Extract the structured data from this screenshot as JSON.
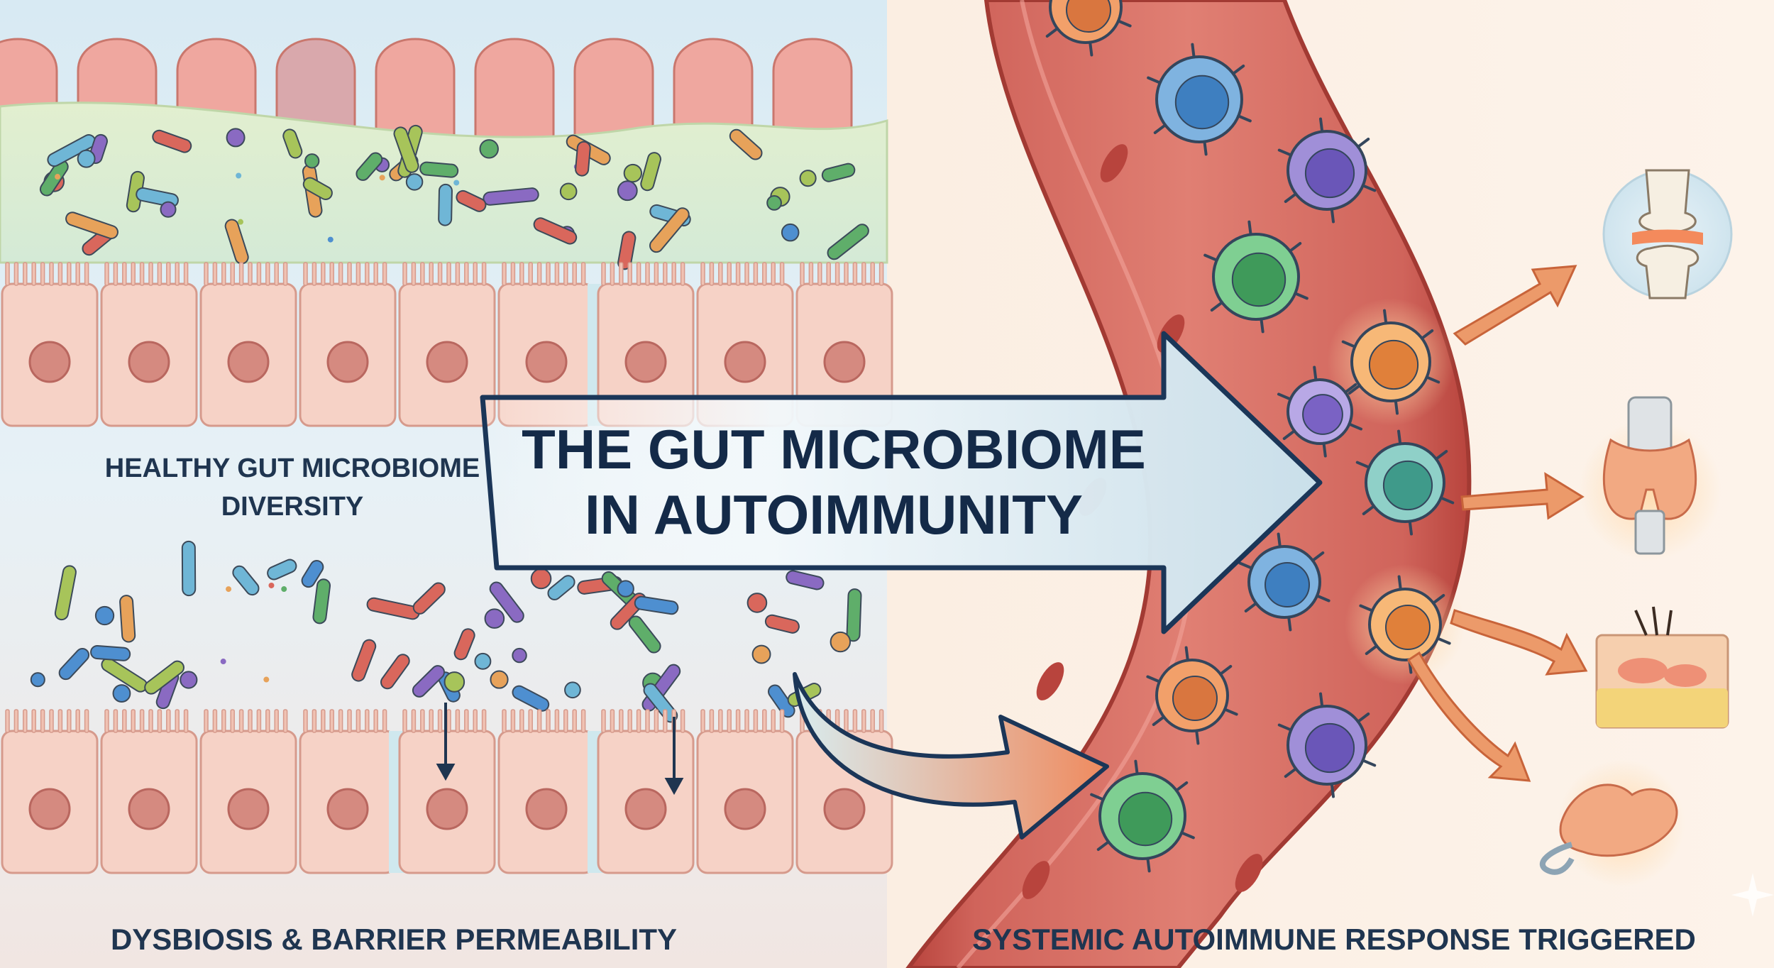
{
  "title": {
    "line1": "THE GUT MICROBIOME",
    "line2": "IN AUTOIMMUNITY"
  },
  "panels": {
    "healthy": {
      "line1": "HEALTHY GUT MICROBIOME",
      "line2": "DIVERSITY"
    },
    "dysbiosis": {
      "label": "DYSBIOSIS & BARRIER PERMEABILITY"
    },
    "systemic": {
      "label": "SYSTEMIC AUTOIMMUNE RESPONSE TRIGGERED"
    }
  },
  "targets": [
    {
      "icon": "joint-icon"
    },
    {
      "icon": "thyroid-icon"
    },
    {
      "icon": "skin-icon"
    },
    {
      "icon": "pancreas-icon"
    }
  ],
  "colors": {
    "title": "#142a48",
    "label": "#1f3550",
    "vessel": "#c9524a",
    "arrow": "#ec9a6a",
    "cellTop": "#efa79f",
    "epithelium": "#f5cfc3"
  }
}
